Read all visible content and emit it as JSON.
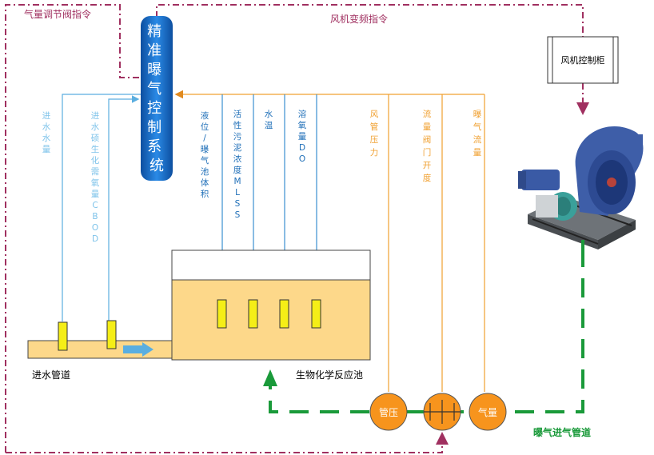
{
  "labels": {
    "air_valve_cmd": "气量调节阀指令",
    "fan_vfd_cmd": "风机变频指令",
    "control_system": "精准曝气控制系统",
    "fan_cabinet": "风机控制柜",
    "inlet_pipe": "进水管道",
    "reactor": "生物化学反应池",
    "aeration_pipe": "曝气进气管道"
  },
  "sensors": {
    "inlet_flow": "进水水量",
    "bod": "进水硕生化需氧量CBOD",
    "level": "液位/曝气池体积",
    "mlss": "活性污泥浓度MLSS",
    "temp": "水温",
    "do": "溶氧量DO",
    "pressure": "风管压力",
    "valve_open": "流量阀门开度",
    "air_flow": "曝气流量"
  },
  "devices": {
    "pressure_meter": "管压",
    "air_meter": "气量"
  },
  "colors": {
    "control_blue": "#1e73d2",
    "water_fill": "#fdd88a",
    "sensor_yellow": "#f5ee17",
    "signal_blue": "#5aaee0",
    "signal_orange": "#f0a030",
    "device_orange": "#f7941d",
    "command_maroon": "#a03060",
    "air_green": "#1a9a3a"
  }
}
